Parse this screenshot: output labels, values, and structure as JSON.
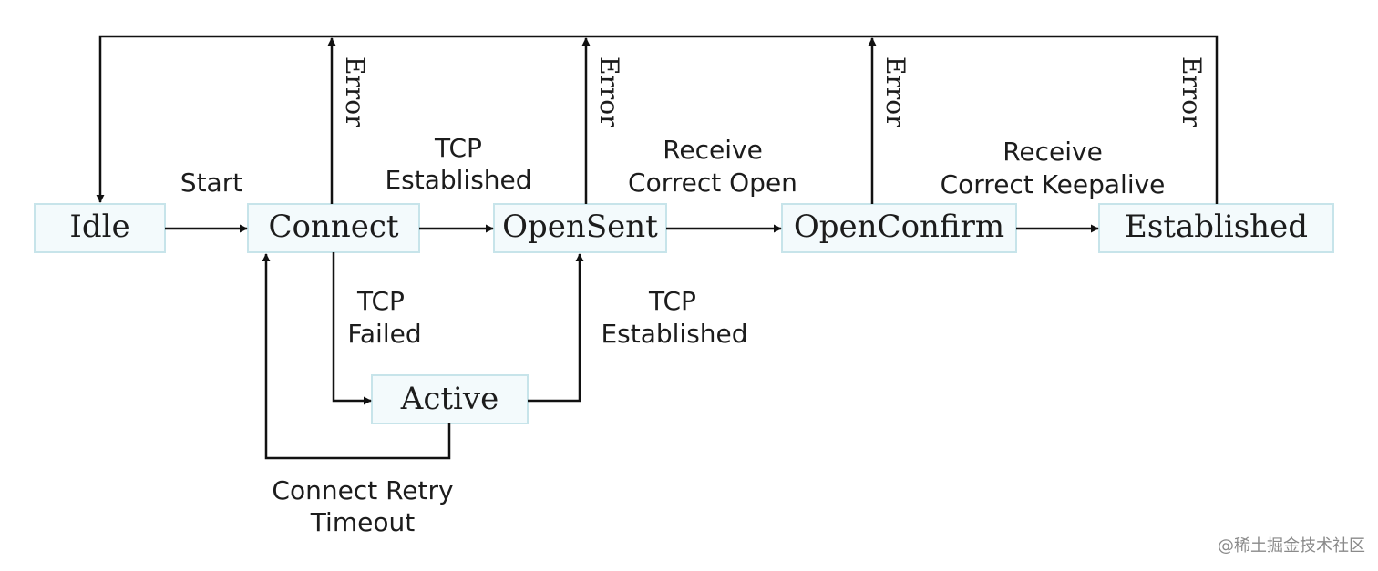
{
  "states": {
    "idle": "Idle",
    "connect": "Connect",
    "opensent": "OpenSent",
    "openconfirm": "OpenConfirm",
    "established": "Established",
    "active": "Active"
  },
  "edges": {
    "start": "Start",
    "tcp_established_1": [
      "TCP",
      "Established"
    ],
    "receive_correct_open": [
      "Receive",
      "Correct Open"
    ],
    "receive_correct_keepalive": [
      "Receive",
      "Correct Keepalive"
    ],
    "tcp_failed": [
      "TCP",
      "Failed"
    ],
    "tcp_established_2": [
      "TCP",
      "Established"
    ],
    "connect_retry_timeout": [
      "Connect Retry",
      "Timeout"
    ],
    "error": "Error"
  },
  "watermark": "@稀土掘金技术社区"
}
